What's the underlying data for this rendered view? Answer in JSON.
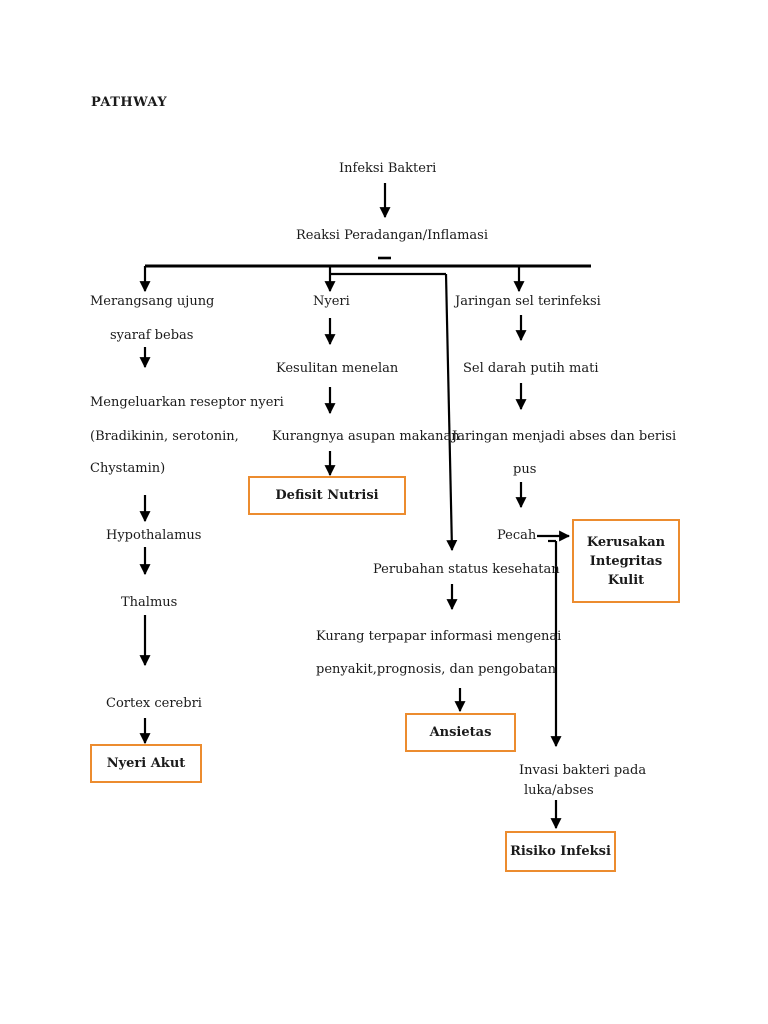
{
  "title": "PATHWAY",
  "colors": {
    "box_border": "#ec8c2f",
    "line": "#000000"
  },
  "nodes": {
    "infeksi_bakteri": "Infeksi Bakteri",
    "reaksi_peradangan": "Reaksi Peradangan/Inflamasi",
    "merangsang_1": "Merangsang ujung",
    "merangsang_2": "syaraf bebas",
    "mengeluarkan_1": "Mengeluarkan reseptor nyeri",
    "mengeluarkan_2": "(Bradikinin, serotonin,",
    "mengeluarkan_3": "Chystamin)",
    "hypothalamus": "Hypothalamus",
    "thalmus": "Thalmus",
    "cortex": "Cortex cerebri",
    "nyeri": "Nyeri",
    "kesulitan_menelan": "Kesulitan menelan",
    "kurangnya_asupan": "Kurangnya asupan makanan",
    "jaringan_sel": "Jaringan sel terinfeksi",
    "sel_darah": "Sel darah putih mati",
    "jaringan_abses_1": "Jaringan menjadi abses dan berisi",
    "jaringan_abses_2": "pus",
    "pecah": "Pecah",
    "perubahan_status": "Perubahan status kesehatan",
    "kurang_terpapar_1": "Kurang terpapar informasi mengenai",
    "kurang_terpapar_2": "penyakit,prognosis, dan pengobatan",
    "invasi_1": "Invasi bakteri pada",
    "invasi_2": "luka/abses"
  },
  "diagnoses": {
    "defisit_nutrisi": "Defisit Nutrisi",
    "nyeri_akut": "Nyeri Akut",
    "ansietas": "Ansietas",
    "kerusakan_1": "Kerusakan",
    "kerusakan_2": "Integritas",
    "kerusakan_3": "Kulit",
    "risiko_infeksi": "Risiko Infeksi"
  }
}
